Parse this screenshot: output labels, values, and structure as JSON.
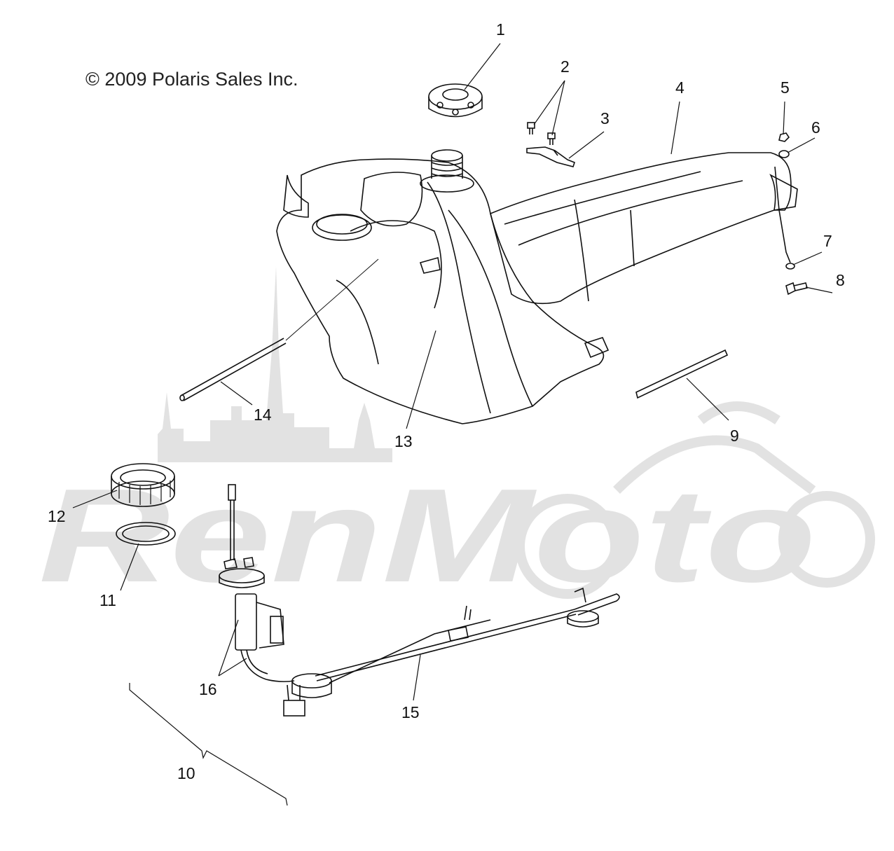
{
  "copyright": "© 2009 Polaris Sales Inc.",
  "watermark": {
    "text": "RenMoto",
    "color": "#dcdcdc"
  },
  "callouts": {
    "c1": "1",
    "c2": "2",
    "c3": "3",
    "c4": "4",
    "c5": "5",
    "c6": "6",
    "c7": "7",
    "c8": "8",
    "c9": "9",
    "c10": "10",
    "c11": "11",
    "c12": "12",
    "c13": "13",
    "c14": "14",
    "c15": "15",
    "c16": "16"
  },
  "colors": {
    "line": "#111111",
    "watermark": "#dcdcdc"
  }
}
